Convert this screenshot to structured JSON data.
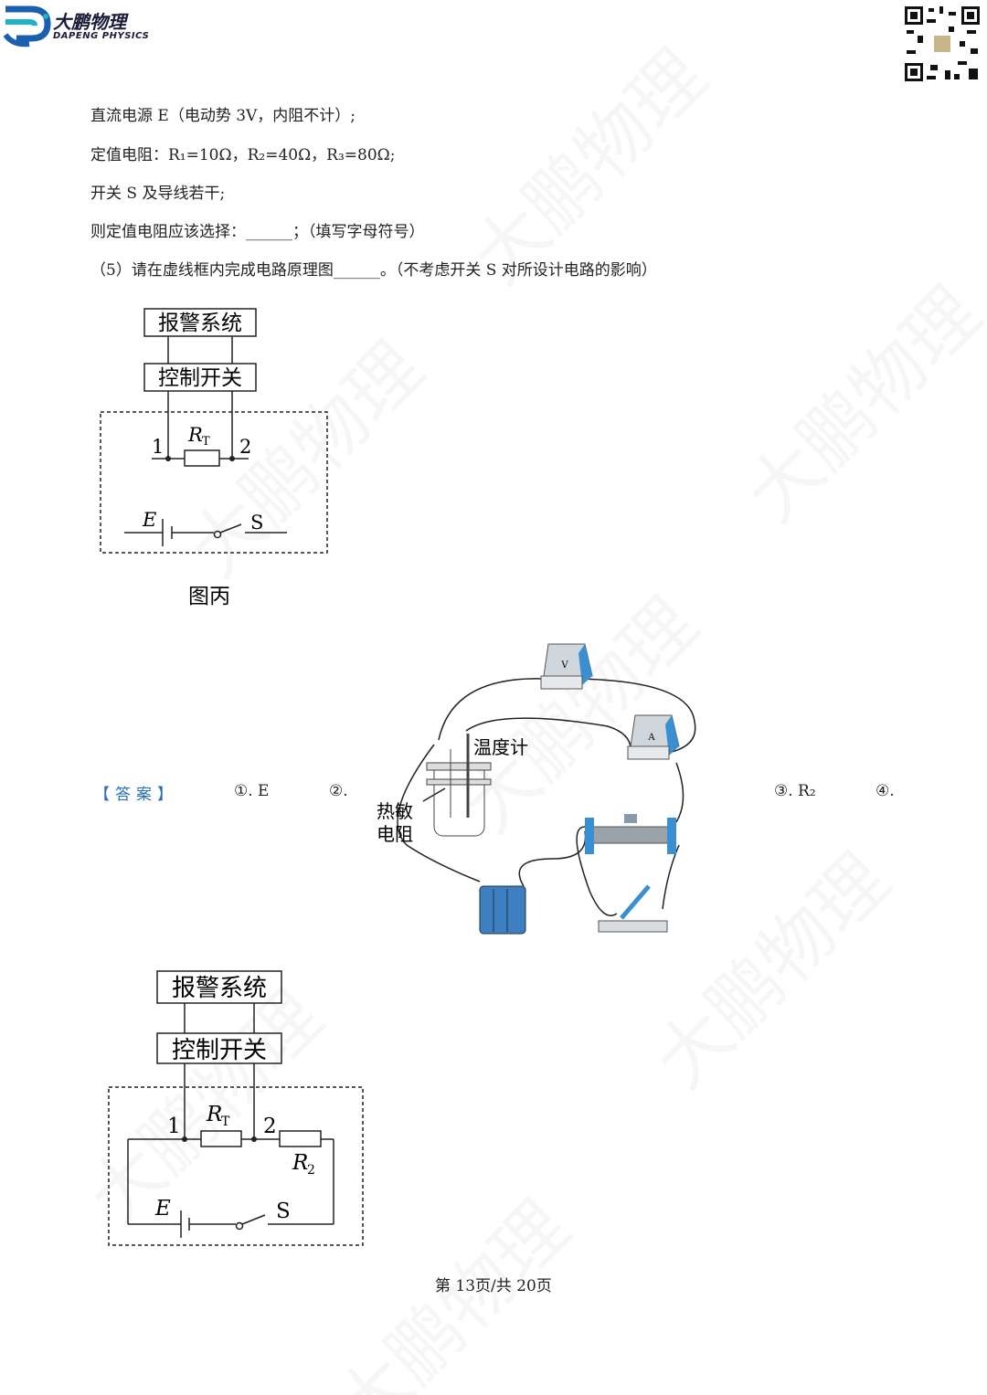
{
  "header": {
    "brand_cn": "大鹏物理",
    "brand_en": "DAPENG PHYSICS",
    "qr_icon": "qr-code"
  },
  "watermark": "大鹏物理",
  "lines": [
    "直流电源 E（电动势 3V，内阻不计）;",
    "定值电阻：R₁=10Ω，R₂=40Ω，R₃=80Ω;",
    "开关 S 及导线若干;",
    "则定值电阻应该选择：______；（填写字母符号）",
    "（5）请在虚线框内完成电路原理图______。（不考虑开关 S 对所设计电路的影响）"
  ],
  "figure_bing": {
    "alarm": "报警系统",
    "control": "控制开关",
    "rt": "R",
    "rt_sub": "T",
    "n1": "1",
    "n2": "2",
    "e": "E",
    "s": "S",
    "caption": "图丙"
  },
  "apparatus": {
    "thermometer": "温度计",
    "thermistor_1": "热敏",
    "thermistor_2": "电阻",
    "voltmeter": "V",
    "ammeter": "A"
  },
  "answer": {
    "label": "【答案】",
    "a1": "①. E",
    "a2": "②.",
    "a3": "③. R₂",
    "a4": "④."
  },
  "figure_answer": {
    "alarm": "报警系统",
    "control": "控制开关",
    "rt": "R",
    "rt_sub": "T",
    "r2": "R",
    "r2_sub": "2",
    "n1": "1",
    "n2": "2",
    "e": "E",
    "s": "S"
  },
  "footer": {
    "page": "第 13页/共 20页"
  }
}
